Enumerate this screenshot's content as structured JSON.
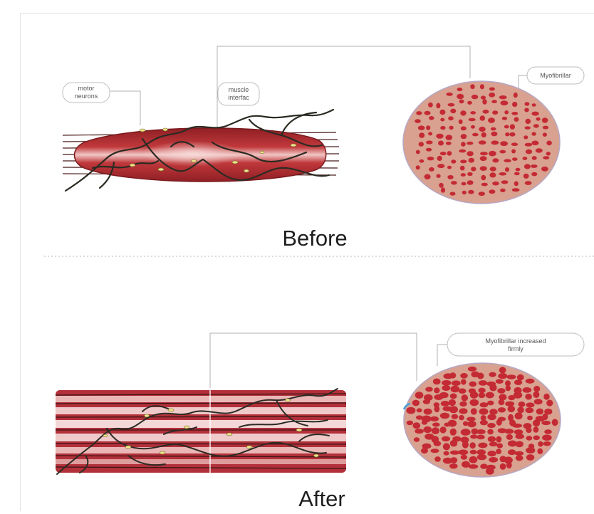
{
  "diagram": {
    "before": {
      "caption": "Before",
      "labels": {
        "motor_neurons": [
          "motor",
          "neurons"
        ],
        "muscle_interface": [
          "muscle",
          "interfac"
        ],
        "myofibrillar": "Myofibrillar"
      }
    },
    "after": {
      "caption": "After",
      "labels": {
        "myofibrillar_increased": [
          "Myofibrillar increased",
          "firmly"
        ]
      }
    },
    "colors": {
      "muscle_dark": "#a8262b",
      "muscle_light": "#f0c6c4",
      "fiber_line": "#3a1515",
      "nerve": "#2b2b23",
      "nerve_ending": "#efe48a",
      "cross_section_fill": "#d8a190",
      "cross_section_dots": "#c42a33",
      "outline": "#b6a8c6",
      "leader": "#b0b0b0",
      "divider": "#c8c8c8"
    }
  }
}
